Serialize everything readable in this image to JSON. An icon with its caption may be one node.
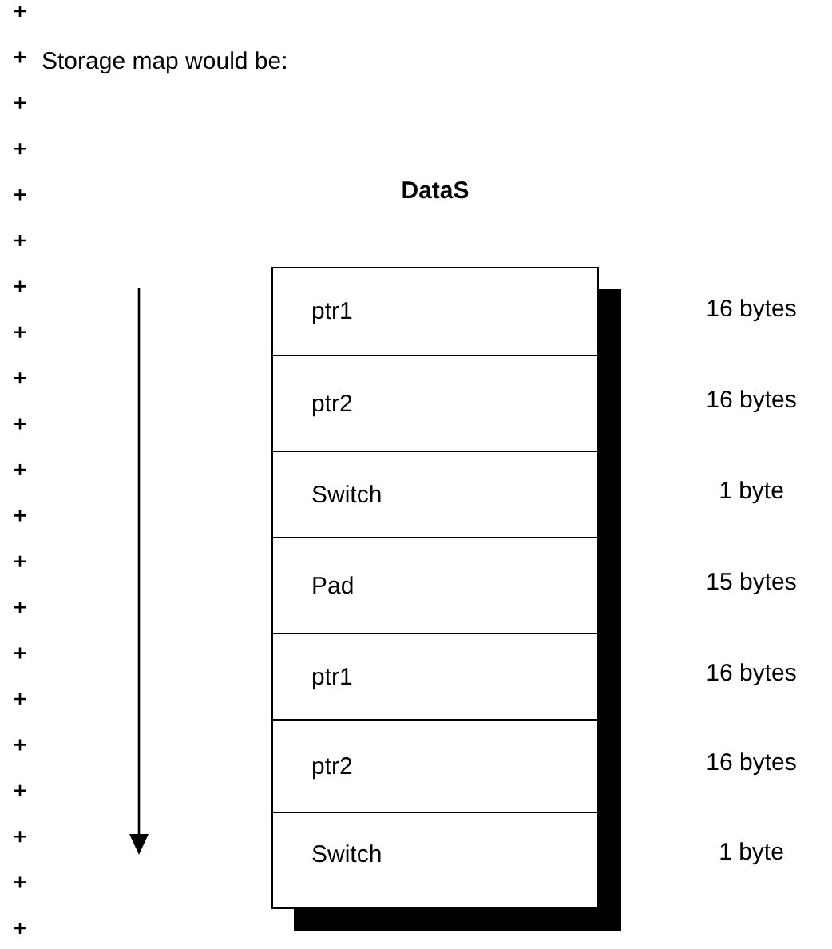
{
  "diagram": {
    "title": "Storage map would be:",
    "nodes": [
      {
        "text": [
          "DataS"
        ]
      },
      {
        "text": [
          "ptr1"
        ],
        "in": 0
      },
      {
        "text": [
          "ptr2"
        ],
        "in": 0
      },
      {
        "text": [
          "Switch"
        ],
        "in": 0
      },
      {
        "text": [
          "Pad"
        ],
        "in": 0
      },
      {
        "text": [
          "ptr1"
        ],
        "in": 0
      },
      {
        "text": [
          "ptr2"
        ],
        "in": 0
      },
      {
        "text": [
          "Switch"
        ],
        "in": 0
      }
    ],
    "labels": [
      "16 bytes",
      "16 bytes",
      "1 byte",
      "15 bytes",
      "16 bytes",
      "16 bytes",
      "1 byte"
    ]
  }
}
